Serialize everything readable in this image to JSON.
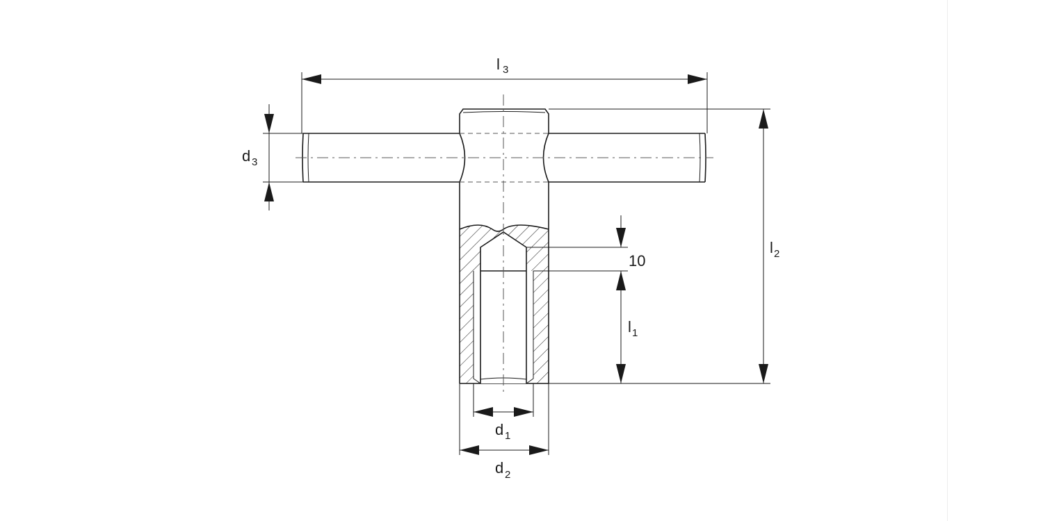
{
  "drawing": {
    "dimensions": {
      "l3": {
        "base": "l",
        "sub": "3"
      },
      "d3": {
        "base": "d",
        "sub": "3"
      },
      "l2": {
        "base": "l",
        "sub": "2"
      },
      "l1": {
        "base": "l",
        "sub": "1"
      },
      "ten": {
        "value": "10"
      },
      "d1": {
        "base": "d",
        "sub": "1"
      },
      "d2": {
        "base": "d",
        "sub": "2"
      }
    }
  }
}
